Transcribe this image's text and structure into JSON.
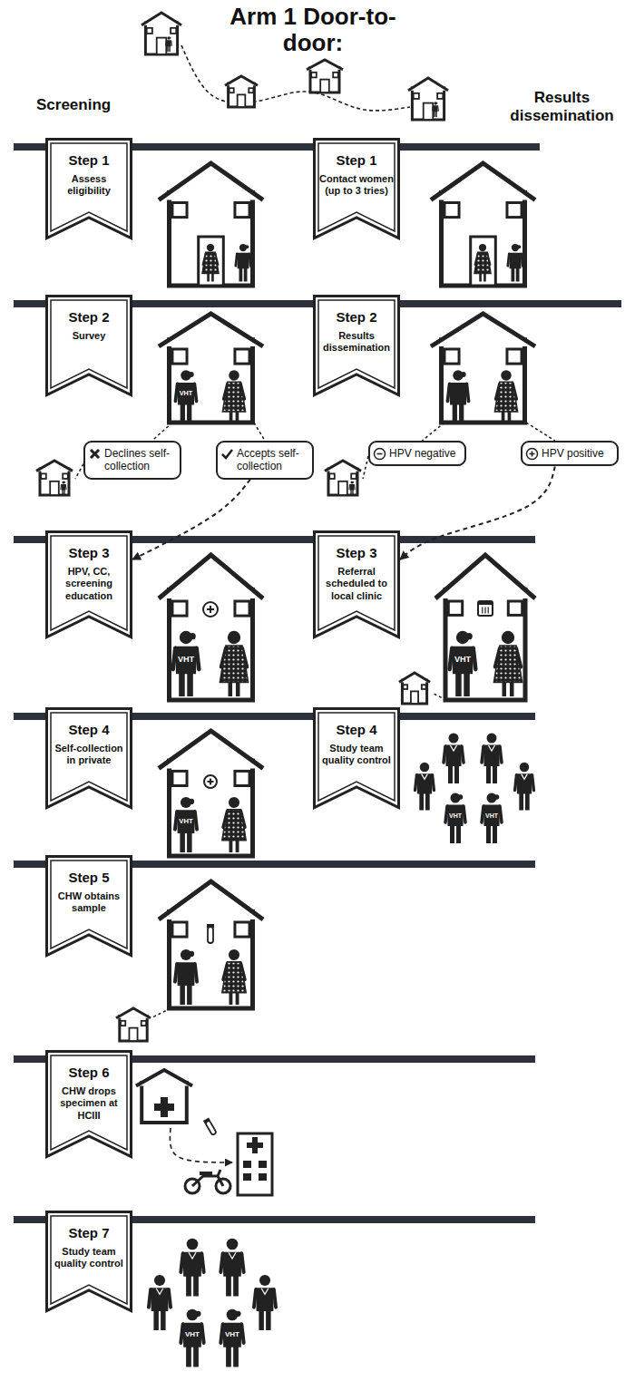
{
  "diagram": {
    "title": "Arm 1 Door-to-door:",
    "nodes": [
      {
        "text": [
          "Step 1",
          "Assess eligibility"
        ]
      },
      {
        "text": [
          "Step 1",
          "Contact women (up to 3 tries)"
        ]
      },
      {
        "text": [
          "Step 2",
          "Survey"
        ]
      },
      {
        "text": [
          "Step 2",
          "Results dissemination"
        ]
      },
      {
        "text": [
          "Declines self-collection"
        ]
      },
      {
        "text": [
          "Accepts self-collection"
        ]
      },
      {
        "text": [
          "HPV negative"
        ]
      },
      {
        "text": [
          "HPV positive"
        ]
      },
      {
        "text": [
          "Step 3",
          "HPV, CC, screening education"
        ]
      },
      {
        "text": [
          "Step 3",
          "Referral scheduled to local clinic"
        ]
      },
      {
        "text": [
          "Step 4",
          "Self-collection in private"
        ]
      },
      {
        "text": [
          "Step 4",
          "Study team quality control"
        ]
      },
      {
        "text": [
          "Step 5",
          "CHW obtains sample"
        ]
      },
      {
        "text": [
          "Step 6",
          "CHW drops specimen at HCIII"
        ]
      },
      {
        "text": [
          "Step 7",
          "Study team quality control"
        ]
      }
    ],
    "edges": [
      {
        "from": 5,
        "to": 8,
        "arrow": "to"
      },
      {
        "from": 7,
        "to": 9,
        "arrow": "to"
      }
    ],
    "labels": [
      "Screening",
      "Results dissemination",
      "VHT",
      "VHT",
      "VHT",
      "VHT",
      "VHT",
      "VHT",
      "VHT",
      "VHT"
    ]
  }
}
